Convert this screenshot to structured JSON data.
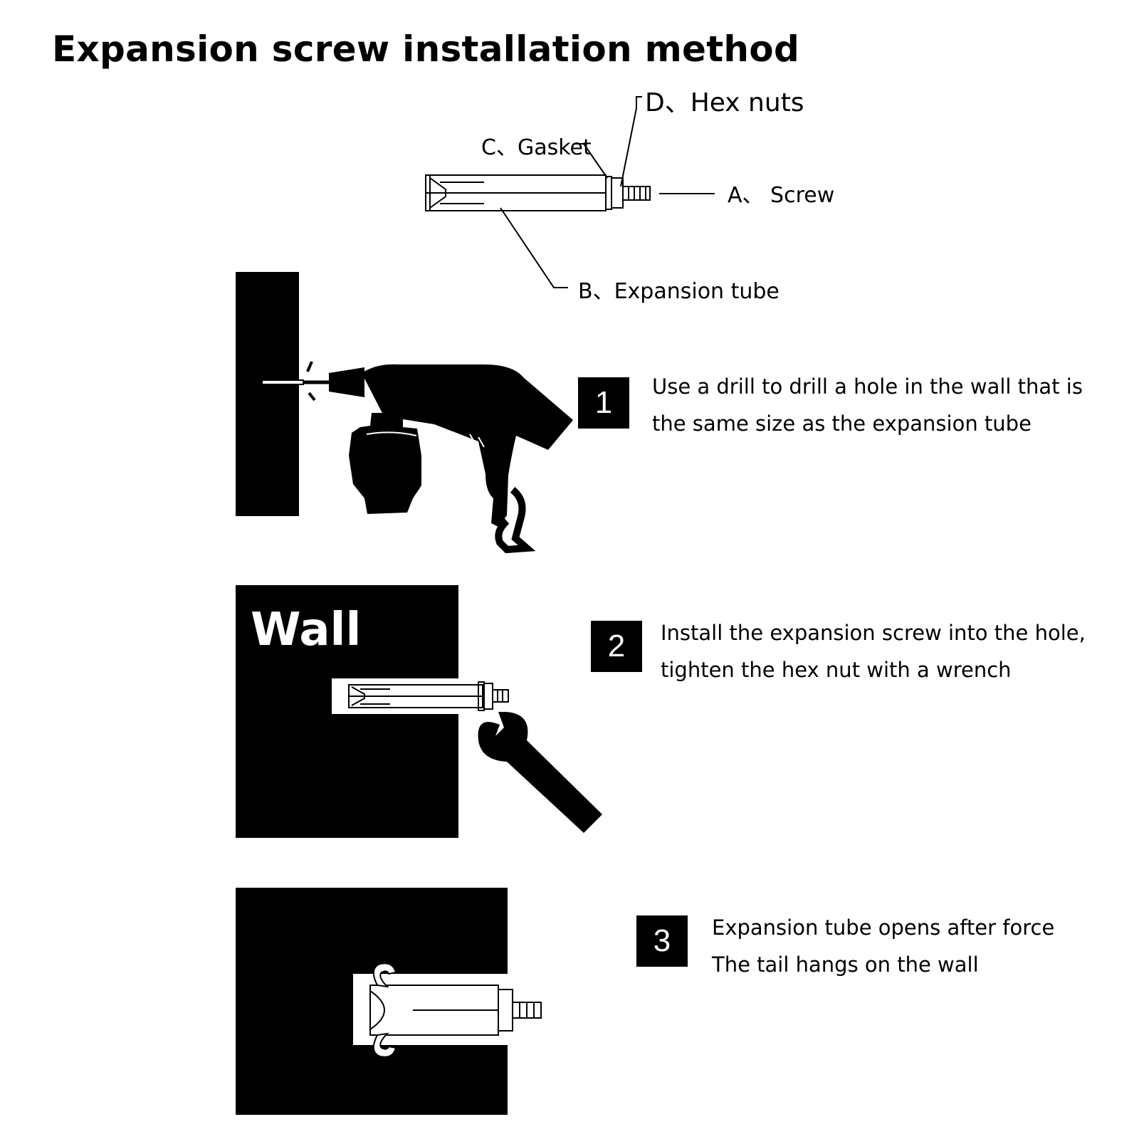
{
  "title": "Expansion screw installation method",
  "parts": {
    "d": "D、Hex nuts",
    "c": "C、Gasket",
    "a": "A、 Screw",
    "b": "B、Expansion tube"
  },
  "wall_label": "Wall",
  "steps": [
    {
      "number": "1",
      "line1": "Use a drill to drill a hole in the wall that is",
      "line2": "the same size as the expansion tube"
    },
    {
      "number": "2",
      "line1": "Install the expansion screw into the hole,",
      "line2": "tighten the hex nut with a wrench"
    },
    {
      "number": "3",
      "line1": "Expansion tube opens after force",
      "line2": "The tail hangs on the wall"
    }
  ],
  "icons": [
    "drill-icon",
    "fist-icon",
    "wrench-icon",
    "expansion-screw-icon"
  ]
}
